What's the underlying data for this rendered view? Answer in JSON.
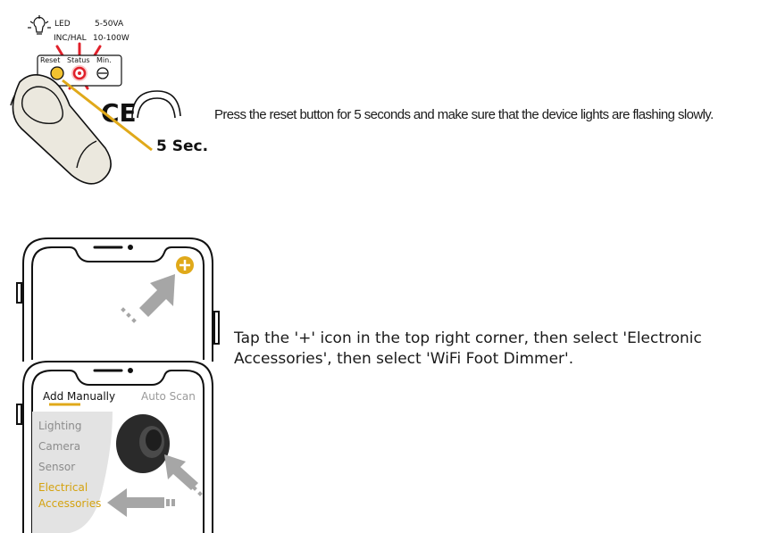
{
  "step1": {
    "device": {
      "led_label": "LED",
      "led_range": "5-50VA",
      "inc_label": "INC/HAL",
      "inc_range": "10-100W",
      "buttons": [
        "Reset",
        "Status",
        "Min."
      ]
    },
    "duration_label": "5 Sec.",
    "instruction": "Press the reset button for 5 seconds and make sure that the device lights are flashing slowly."
  },
  "step2": {
    "instruction_line1": "Tap the '+' icon in the top right corner, then select 'Electronic",
    "instruction_line2": "Accessories', then select 'WiFi Foot Dimmer'.",
    "tabs": [
      "Add Manually",
      "Auto Scan"
    ],
    "menu": [
      "Lighting",
      "Camera",
      "Sensor"
    ],
    "menu_active": [
      "Electrical",
      "Accessories"
    ]
  },
  "colors": {
    "accent": "#d4a20f",
    "status_red": "#e0202a",
    "outline": "#1a1a1a"
  }
}
